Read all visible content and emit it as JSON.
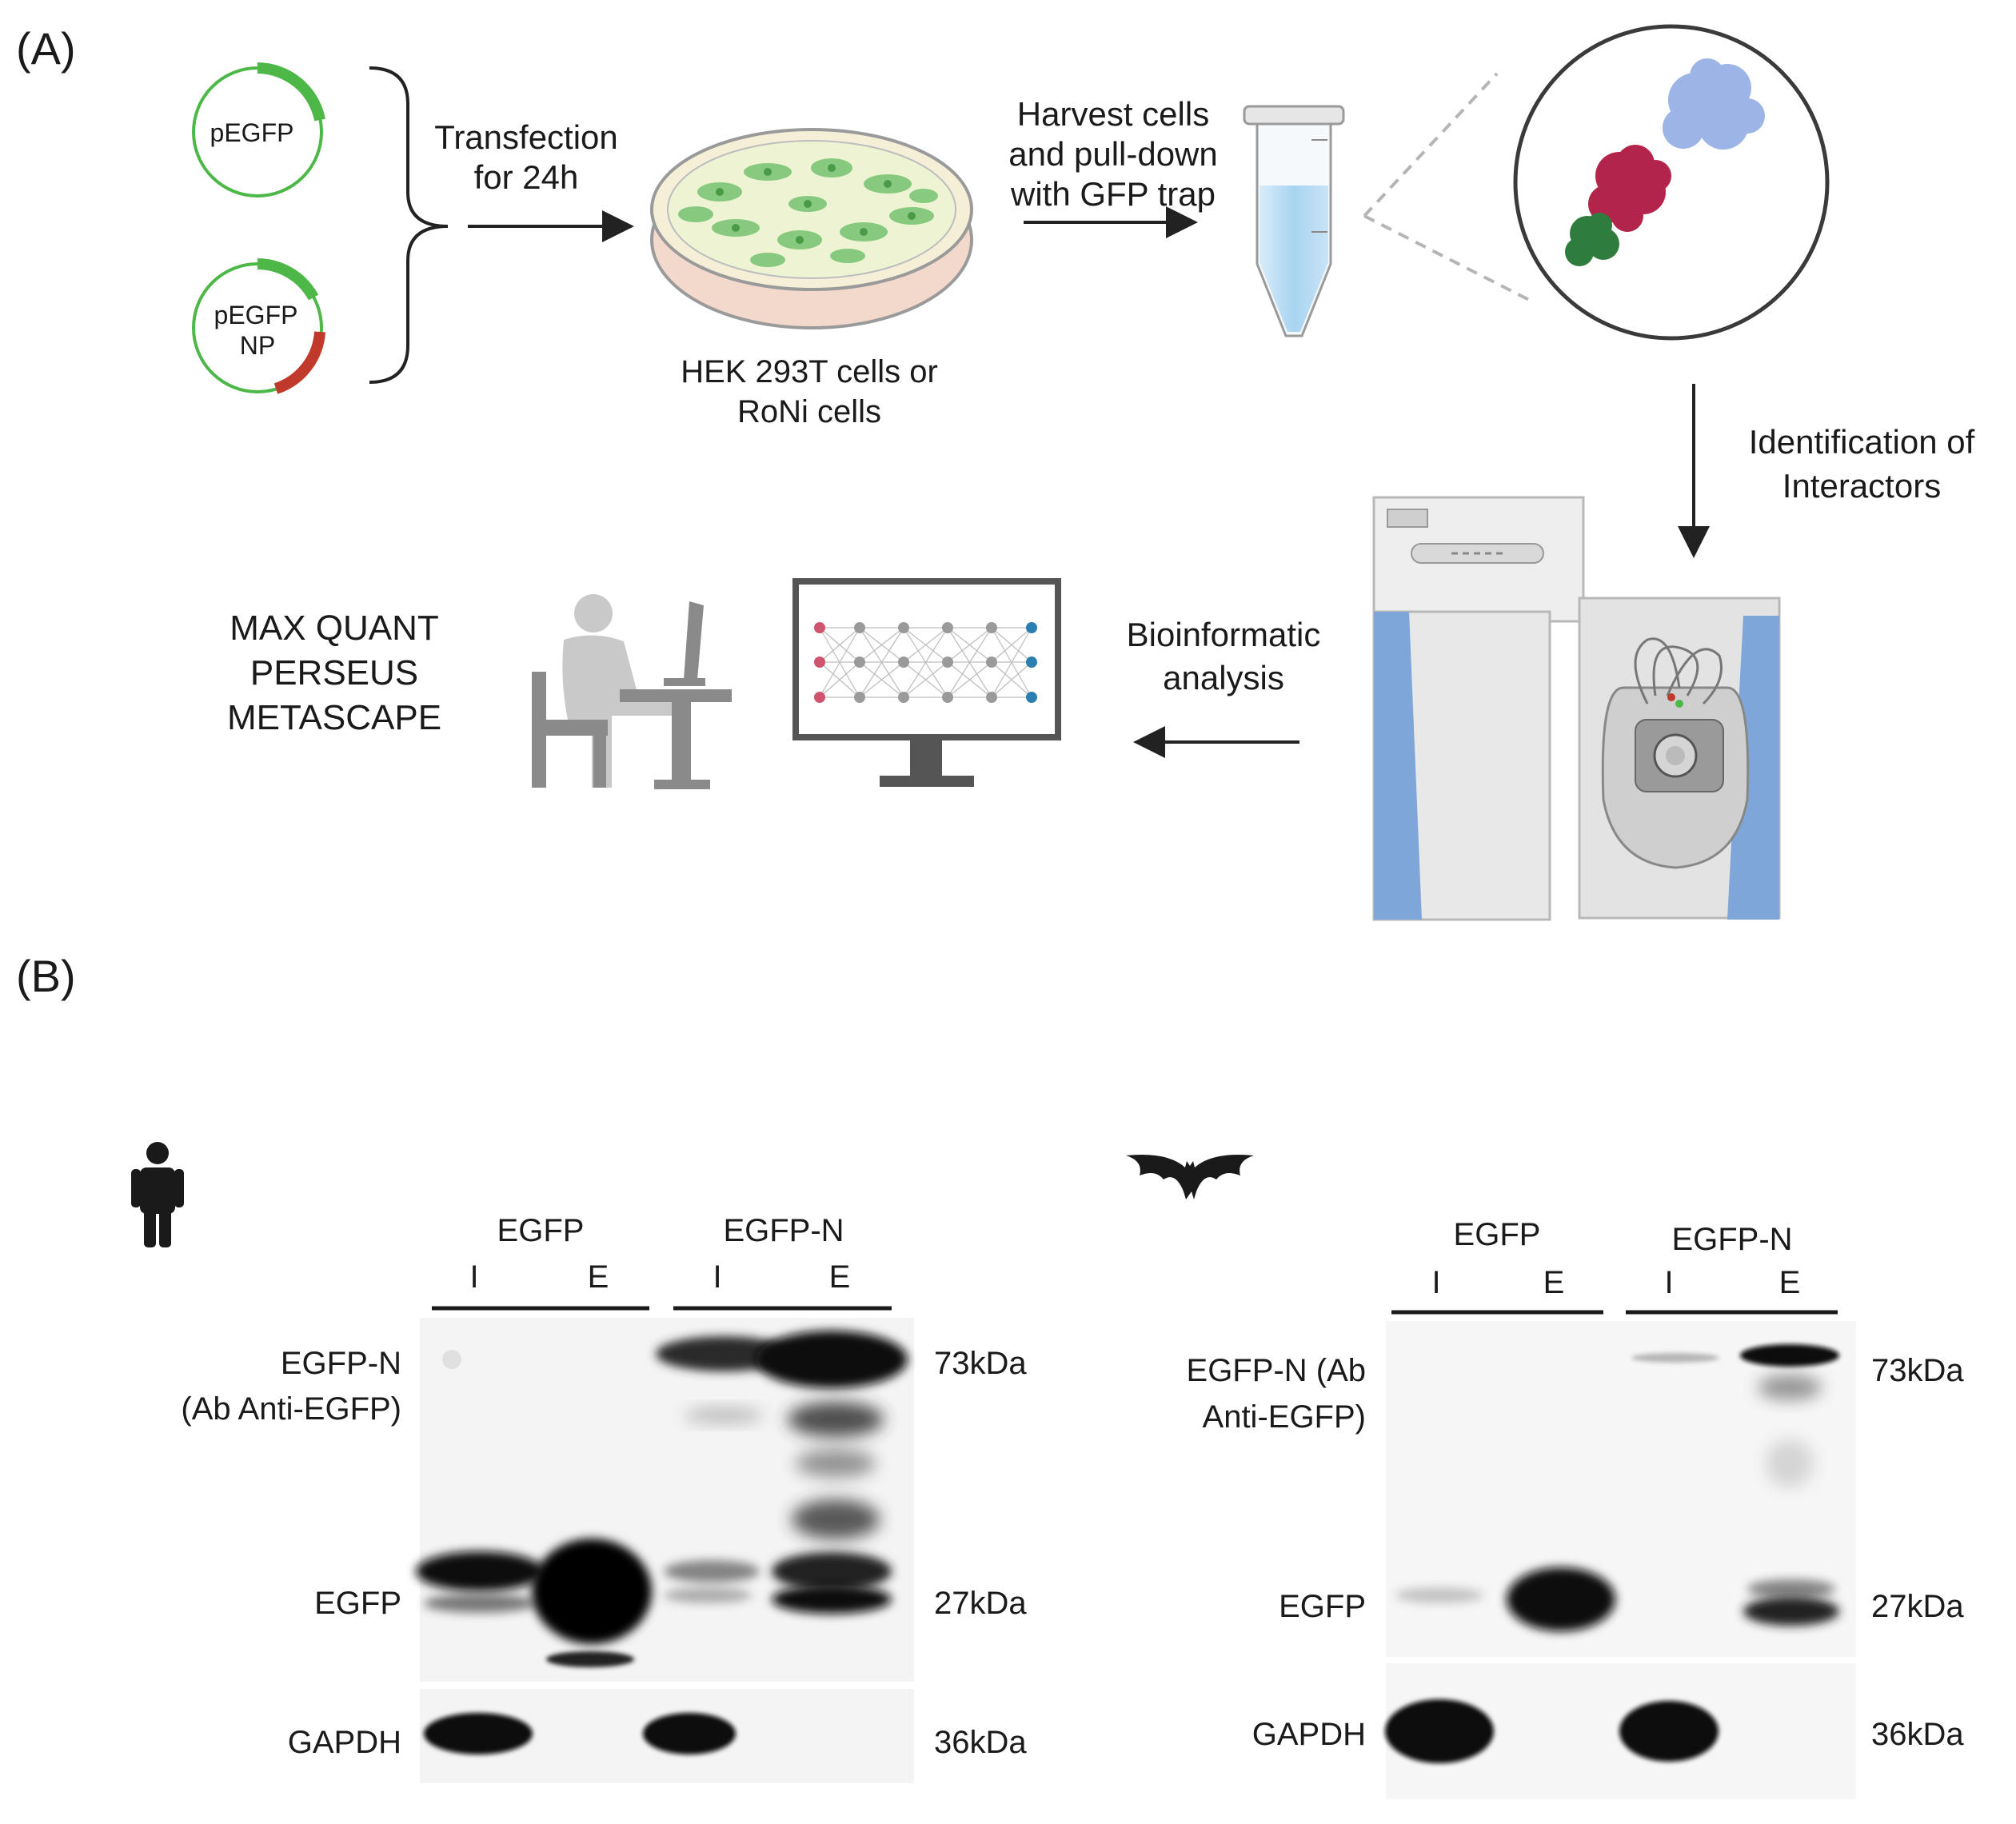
{
  "panel_a": {
    "label": "(A)",
    "plasmids": [
      {
        "label": "pEGFP"
      },
      {
        "label_line1": "pEGFP",
        "label_line2": "NP"
      }
    ],
    "transfection": {
      "line1": "Transfection",
      "line2": "for 24h"
    },
    "cells": {
      "line1": "HEK 293T cells or",
      "line2": "RoNi cells"
    },
    "harvest": {
      "line1": "Harvest cells",
      "line2": "and pull-down",
      "line3": "with GFP trap"
    },
    "identification": {
      "line1": "Identification of",
      "line2": "Interactors"
    },
    "bioinformatic": {
      "line1": "Bioinformatic",
      "line2": "analysis"
    },
    "software": {
      "line1": "MAX QUANT",
      "line2": "PERSEUS",
      "line3": "METASCAPE"
    },
    "colors": {
      "plasmid_green": "#4db848",
      "plasmid_red": "#c0392b",
      "cell_green": "#7cc576",
      "tube_blue": "#a8d4f0",
      "protein_blue": "#9db4e6",
      "protein_red": "#b3244a",
      "protein_green": "#2e7d3f",
      "instrument_blue": "#7fa6d9"
    }
  },
  "panel_b": {
    "label": "(B)",
    "human_icon": "human-icon",
    "bat_icon": "bat-icon",
    "left_blot": {
      "group1": "EGFP",
      "group2": "EGFP-N",
      "lanes": [
        "I",
        "E",
        "I",
        "E"
      ],
      "row_label_top_line1": "EGFP-N",
      "row_label_top_line2": "(Ab Anti-EGFP)",
      "row_label_mid": "EGFP",
      "row_label_bottom": "GAPDH",
      "mw_top": "73kDa",
      "mw_mid": "27kDa",
      "mw_bottom": "36kDa"
    },
    "right_blot": {
      "group1": "EGFP",
      "group2": "EGFP-N",
      "lanes": [
        "I",
        "E",
        "I",
        "E"
      ],
      "row_label_top_line1": "EGFP-N (Ab",
      "row_label_top_line2": "Anti-EGFP)",
      "row_label_mid": "EGFP",
      "row_label_bottom": "GAPDH",
      "mw_top": "73kDa",
      "mw_mid": "27kDa",
      "mw_bottom": "36kDa"
    }
  }
}
